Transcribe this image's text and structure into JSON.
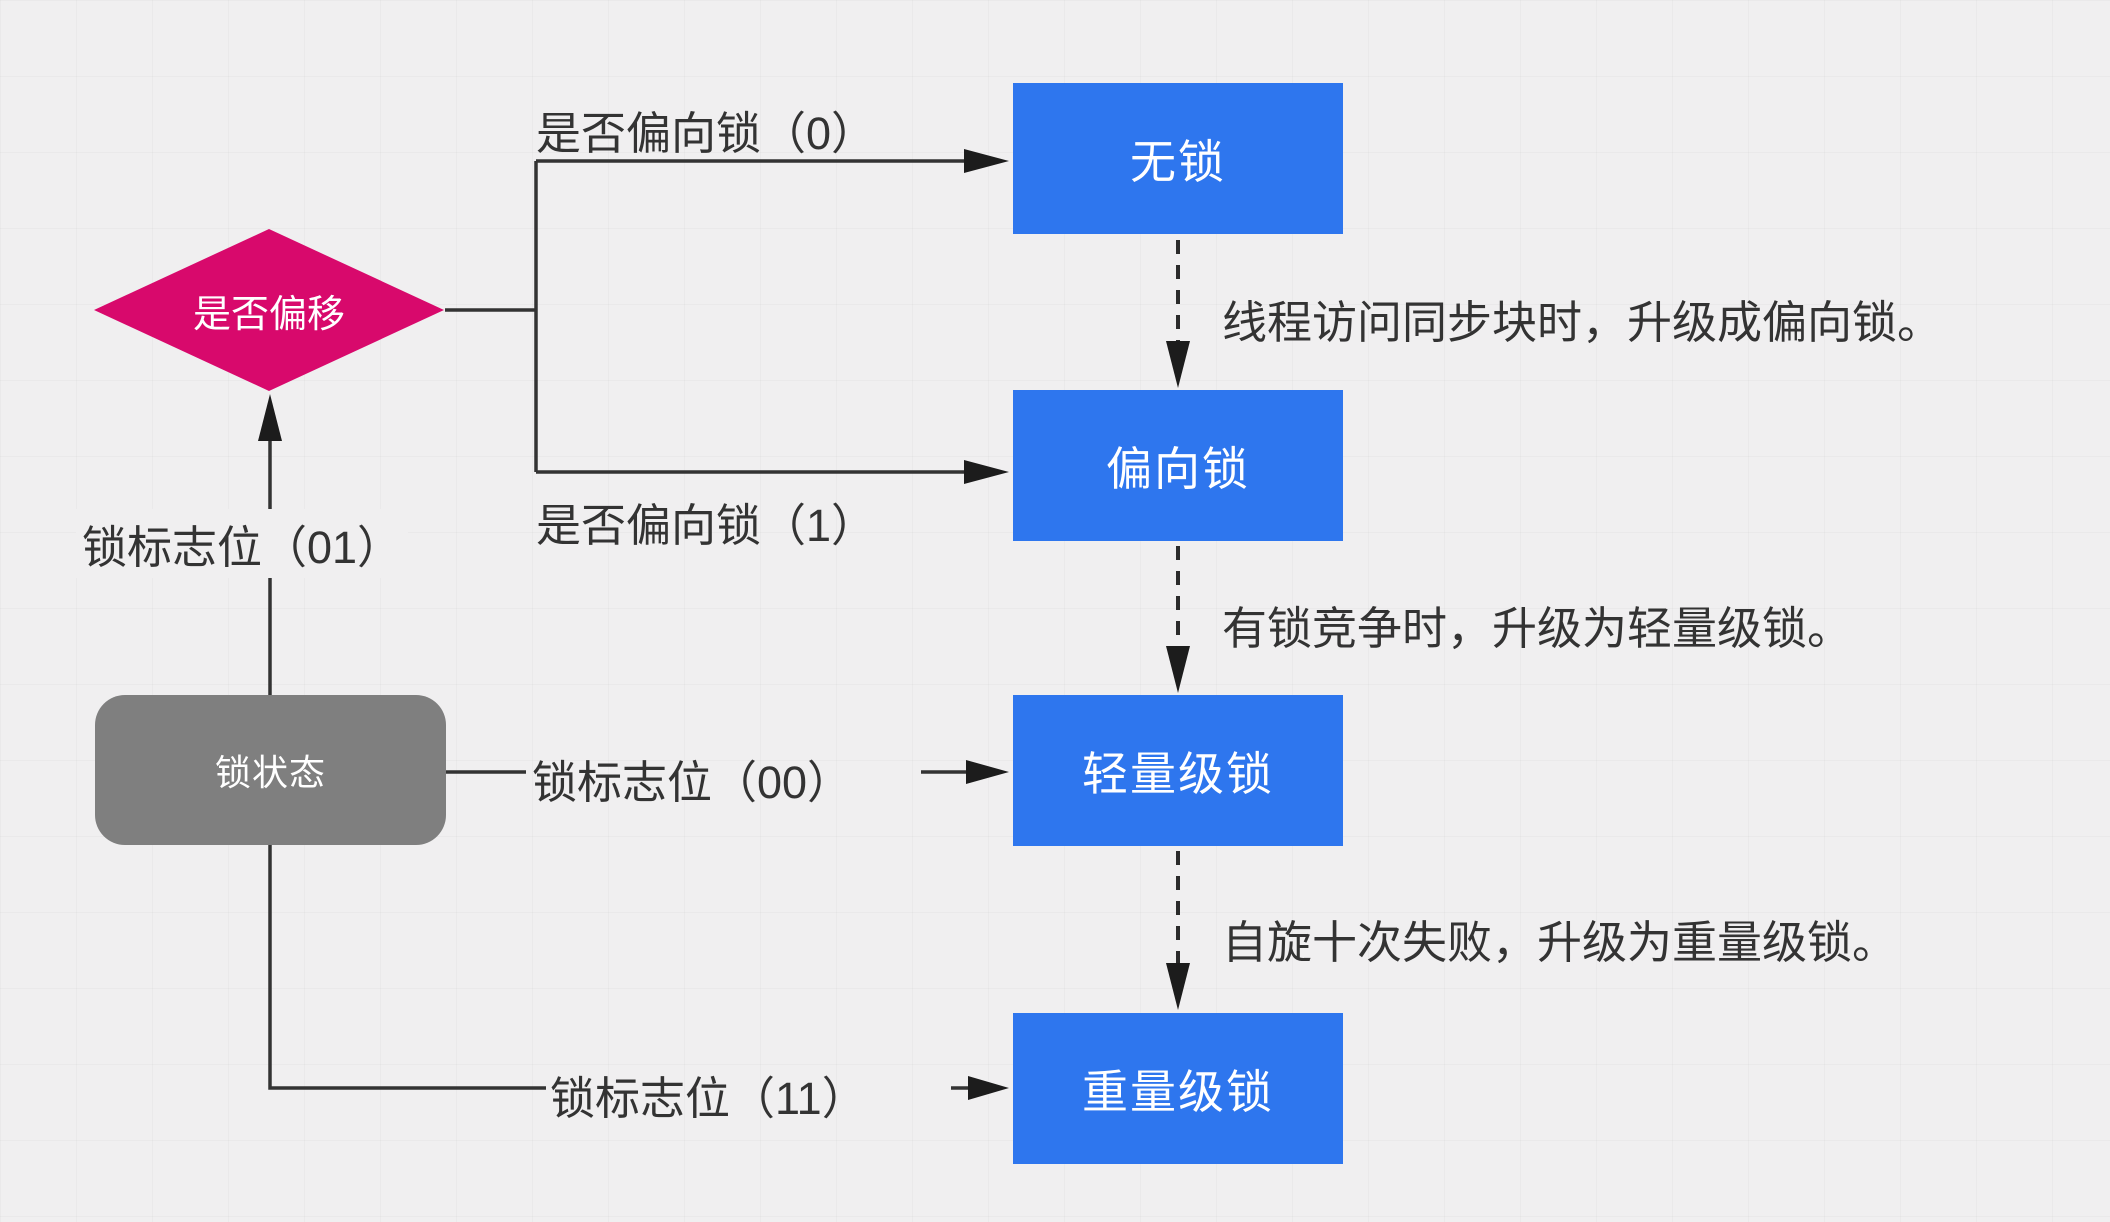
{
  "nodes": {
    "decision": {
      "label": "是否偏移"
    },
    "state": {
      "label": "锁状态"
    },
    "no_lock": {
      "label": "无锁"
    },
    "biased_lock": {
      "label": "偏向锁"
    },
    "lightweight_lock": {
      "label": "轻量级锁"
    },
    "heavyweight_lock": {
      "label": "重量级锁"
    }
  },
  "edge_labels": {
    "biased_0": "是否偏向锁（0）",
    "biased_1": "是否偏向锁（1）",
    "flag_01": "锁标志位（01）",
    "flag_00": "锁标志位（00）",
    "flag_11": "锁标志位（11）"
  },
  "annotations": {
    "to_biased": "线程访问同步块时，升级成偏向锁。",
    "to_lightweight": "有锁竞争时，升级为轻量级锁。",
    "to_heavyweight": "自旋十次失败，升级为重量级锁。"
  },
  "colors": {
    "process_fill": "#2E76EE",
    "decision_fill": "#D8096C",
    "state_fill": "#7F7F7F",
    "node_text": "#FFFFFF",
    "label_text": "#333333",
    "line": "#333333",
    "background": "#F0EFF0"
  }
}
